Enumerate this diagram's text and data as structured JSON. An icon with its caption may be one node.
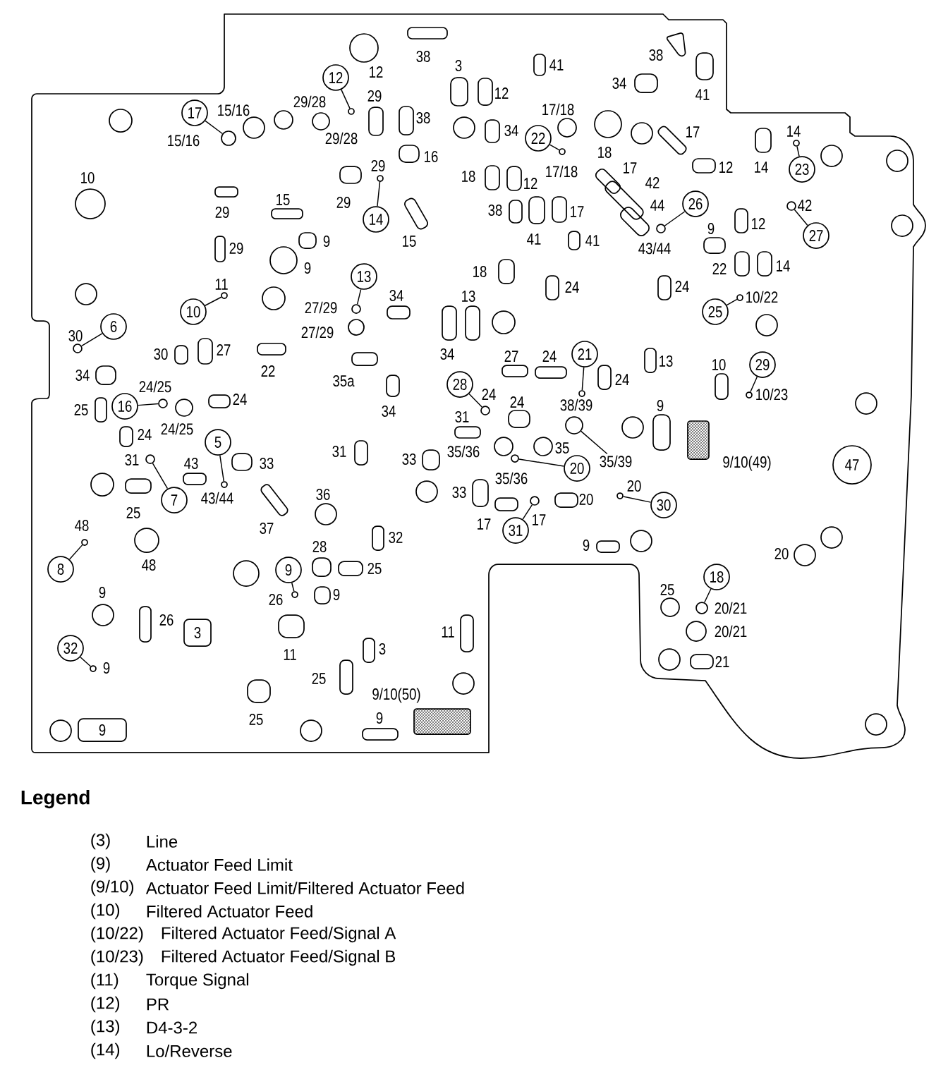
{
  "diagram": {
    "nodes": [
      {
        "text": [
          "12"
        ]
      },
      {
        "text": [],
        "shape": "circle"
      },
      {
        "text": [
          "17"
        ]
      },
      {
        "text": [],
        "shape": "circle"
      },
      {
        "text": [
          "22"
        ]
      },
      {
        "text": [],
        "shape": "circle"
      },
      {
        "text": [
          "23"
        ]
      },
      {
        "text": [],
        "shape": "circle"
      },
      {
        "text": [
          "26"
        ]
      },
      {
        "text": [],
        "shape": "circle"
      },
      {
        "text": [
          "14"
        ]
      },
      {
        "text": [],
        "shape": "circle"
      },
      {
        "text": [
          "27"
        ]
      },
      {
        "text": [],
        "shape": "circle"
      },
      {
        "text": [
          "13"
        ]
      },
      {
        "text": [],
        "shape": "circle"
      },
      {
        "text": [
          "10"
        ]
      },
      {
        "text": [],
        "shape": "circle"
      },
      {
        "text": [
          "25"
        ]
      },
      {
        "text": [],
        "shape": "circle"
      },
      {
        "text": [
          "6"
        ]
      },
      {
        "text": [],
        "shape": "circle"
      },
      {
        "text": [
          "21"
        ]
      },
      {
        "text": [],
        "shape": "circle"
      },
      {
        "text": [
          "29"
        ]
      },
      {
        "text": [],
        "shape": "circle"
      },
      {
        "text": [
          "28"
        ]
      },
      {
        "text": [],
        "shape": "circle"
      },
      {
        "text": [
          "16"
        ]
      },
      {
        "text": [],
        "shape": "circle"
      },
      {
        "text": [
          "5"
        ]
      },
      {
        "text": [],
        "shape": "circle"
      },
      {
        "text": [],
        "shape": "circle"
      },
      {
        "text": [
          "35/39"
        ]
      },
      {
        "text": [
          "47"
        ]
      },
      {
        "text": [
          "20"
        ]
      },
      {
        "text": [],
        "shape": "circle"
      },
      {
        "text": [
          "7"
        ]
      },
      {
        "text": [],
        "shape": "circle"
      },
      {
        "text": [
          "30"
        ]
      },
      {
        "text": [],
        "shape": "circle"
      },
      {
        "text": [
          "31"
        ]
      },
      {
        "text": [],
        "shape": "circle"
      },
      {
        "text": [
          "8"
        ]
      },
      {
        "text": [],
        "shape": "circle"
      },
      {
        "text": [
          "9"
        ]
      },
      {
        "text": [],
        "shape": "circle"
      },
      {
        "text": [
          "18"
        ]
      },
      {
        "text": [],
        "shape": "circle"
      },
      {
        "text": [
          "3"
        ]
      },
      {
        "text": [
          "32"
        ]
      },
      {
        "text": [],
        "shape": "circle"
      },
      {
        "text": [
          "9"
        ]
      }
    ],
    "edges": [
      {
        "from": 0,
        "to": 1,
        "arrow": "none"
      },
      {
        "from": 2,
        "to": 3,
        "arrow": "none"
      },
      {
        "from": 4,
        "to": 5,
        "arrow": "none"
      },
      {
        "from": 6,
        "to": 7,
        "arrow": "none"
      },
      {
        "from": 8,
        "to": 9,
        "arrow": "none"
      },
      {
        "from": 10,
        "to": 11,
        "arrow": "none"
      },
      {
        "from": 12,
        "to": 13,
        "arrow": "none"
      },
      {
        "from": 14,
        "to": 15,
        "arrow": "none"
      },
      {
        "from": 16,
        "to": 17,
        "arrow": "none"
      },
      {
        "from": 18,
        "to": 19,
        "arrow": "none"
      },
      {
        "from": 20,
        "to": 21,
        "arrow": "none"
      },
      {
        "from": 22,
        "to": 23,
        "arrow": "none"
      },
      {
        "from": 24,
        "to": 25,
        "arrow": "none"
      },
      {
        "from": 26,
        "to": 27,
        "arrow": "none"
      },
      {
        "from": 28,
        "to": 29,
        "arrow": "none"
      },
      {
        "from": 30,
        "to": 31,
        "arrow": "none"
      },
      {
        "from": 33,
        "to": 32,
        "arrow": "none"
      },
      {
        "from": 35,
        "to": 36,
        "arrow": "none"
      },
      {
        "from": 37,
        "to": 38,
        "arrow": "none"
      },
      {
        "from": 39,
        "to": 40,
        "arrow": "none"
      },
      {
        "from": 41,
        "to": 42,
        "arrow": "none"
      },
      {
        "from": 43,
        "to": 44,
        "arrow": "none"
      },
      {
        "from": 45,
        "to": 46,
        "arrow": "none"
      },
      {
        "from": 47,
        "to": 48,
        "arrow": "none"
      },
      {
        "from": 50,
        "to": 51,
        "arrow": "none"
      }
    ],
    "labels": [
      "38",
      "12",
      "3",
      "41",
      "38",
      "34",
      "12",
      "41",
      "29",
      "29/28",
      "15/16",
      "17/18",
      "38",
      "34",
      "17",
      "14",
      "29/28",
      "15/16",
      "18",
      "16",
      "29",
      "17",
      "12",
      "14",
      "17/18",
      "10",
      "18",
      "12",
      "42",
      "15",
      "29",
      "44",
      "42",
      "38",
      "17",
      "29",
      "12",
      "9",
      "15",
      "41",
      "41",
      "9",
      "29",
      "43/44",
      "9",
      "22",
      "14",
      "18",
      "11",
      "24",
      "24",
      "34",
      "13",
      "10/22",
      "27/29",
      "27/29",
      "30",
      "30",
      "27",
      "34",
      "27",
      "24",
      "13",
      "10",
      "22",
      "34",
      "24",
      "35a",
      "24/25",
      "24",
      "10/23",
      "24",
      "24",
      "38/39",
      "9",
      "25",
      "34",
      "31",
      "24/25",
      "24",
      "35/36",
      "31",
      "35",
      "31",
      "33",
      "9/10(49)",
      "43",
      "33",
      "35/36",
      "20",
      "33",
      "36",
      "43/44",
      "20",
      "25",
      "17",
      "17",
      "48",
      "37",
      "32",
      "9",
      "28",
      "20",
      "48",
      "25",
      "25",
      "9",
      "9",
      "26",
      "20/21",
      "26",
      "20/21",
      "11",
      "3",
      "11",
      "21",
      "9",
      "25",
      "9/10(50)",
      "9",
      "25",
      "Legend",
      "(3)",
      "Line",
      "(9)",
      "Actuator Feed Limit",
      "(9/10)",
      "Actuator Feed Limit/Filtered Actuator Feed",
      "(10)",
      "Filtered Actuator Feed",
      "(10/22)",
      "Filtered Actuator Feed/Signal A",
      "(10/23)",
      "Filtered Actuator Feed/Signal B",
      "(11)",
      "Torque Signal",
      "(12)",
      "PR",
      "(13)",
      "D4-3-2",
      "(14)",
      "Lo/Reverse"
    ]
  }
}
